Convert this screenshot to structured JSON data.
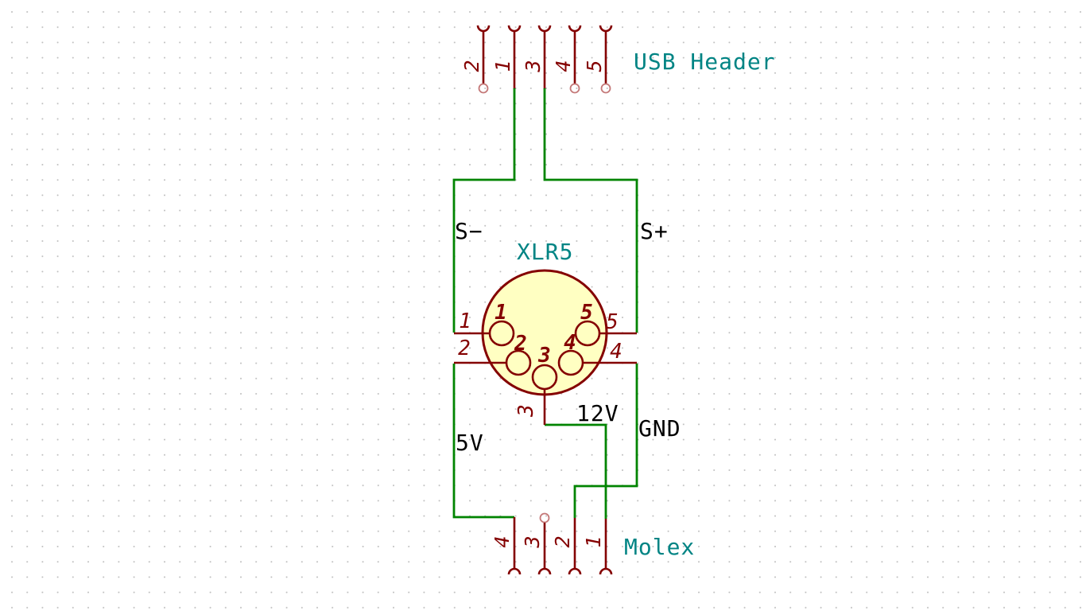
{
  "schematic": {
    "usb_header": {
      "label": "USB Header",
      "pins": [
        "1",
        "2",
        "3",
        "4",
        "5"
      ]
    },
    "xlr5": {
      "label": "XLR5",
      "pin_numbers": [
        "1",
        "2",
        "3",
        "4",
        "5"
      ],
      "pad_names": [
        "1",
        "2",
        "3",
        "4",
        "5"
      ]
    },
    "molex": {
      "label": "Molex",
      "pins": [
        "4",
        "3",
        "2",
        "1"
      ]
    },
    "nets": {
      "s_minus": "S−",
      "s_plus": "S+",
      "five_v": "5V",
      "twelve_v": "12V",
      "gnd": "GND"
    }
  },
  "colors": {
    "background": "#FFFFFF",
    "grid_dot": "#BDBDBD",
    "wire_green": "#008400",
    "symbol_dark_red": "#840000",
    "symbol_fill_yellow": "#FFFFC2",
    "unconnected_pin_end": "#C47878",
    "net_label_black": "#000000",
    "field_teal": "#008484"
  }
}
